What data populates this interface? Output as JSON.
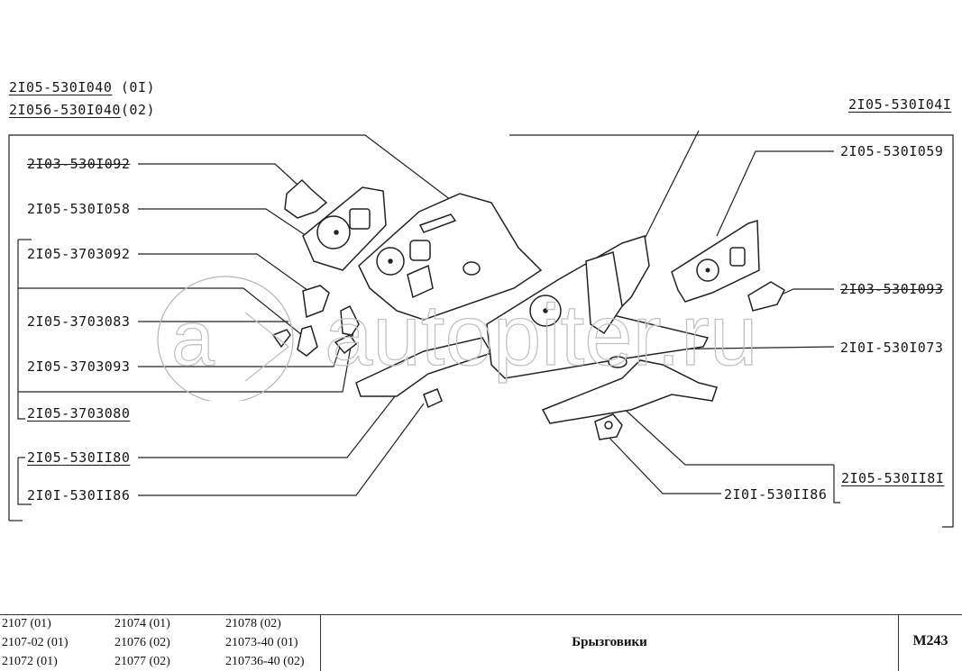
{
  "header": {
    "top_left": [
      {
        "code": "2I05-530I040",
        "suffix": " (0I)"
      },
      {
        "code": "2I056-530I040",
        "suffix": "(02)"
      }
    ],
    "top_right": "2I05-530I04I"
  },
  "callouts_left": [
    {
      "id": "2I03-530I092",
      "style": "strike"
    },
    {
      "id": "2I05-530I058",
      "style": "normal"
    },
    {
      "id": "2I05-3703092",
      "style": "normal"
    },
    {
      "id": "2I05-3703083",
      "style": "normal"
    },
    {
      "id": "2I05-3703093",
      "style": "normal"
    },
    {
      "id": "2I05-3703080",
      "style": "underline"
    },
    {
      "id": "2I05-530II80",
      "style": "underline"
    },
    {
      "id": "2I0I-530II86",
      "style": "normal"
    }
  ],
  "callouts_right": [
    {
      "id": "2I05-530I059",
      "style": "normal"
    },
    {
      "id": "2I03-530I093",
      "style": "strike"
    },
    {
      "id": "2I0I-530I073",
      "style": "normal"
    },
    {
      "id": "2I05-530II8I",
      "style": "underline"
    },
    {
      "id": "2I0I-530II86",
      "style": "normal"
    }
  ],
  "watermark": "autopiter.ru",
  "footer": {
    "models": [
      [
        "2107 (01)",
        "21074 (01)",
        "21078 (02)"
      ],
      [
        "2107-02 (01)",
        "21076 (02)",
        "21073-40 (01)"
      ],
      [
        "21072 (01)",
        "21077 (02)",
        "210736-40 (02)"
      ]
    ],
    "title": "Брызговики",
    "code": "M243"
  }
}
